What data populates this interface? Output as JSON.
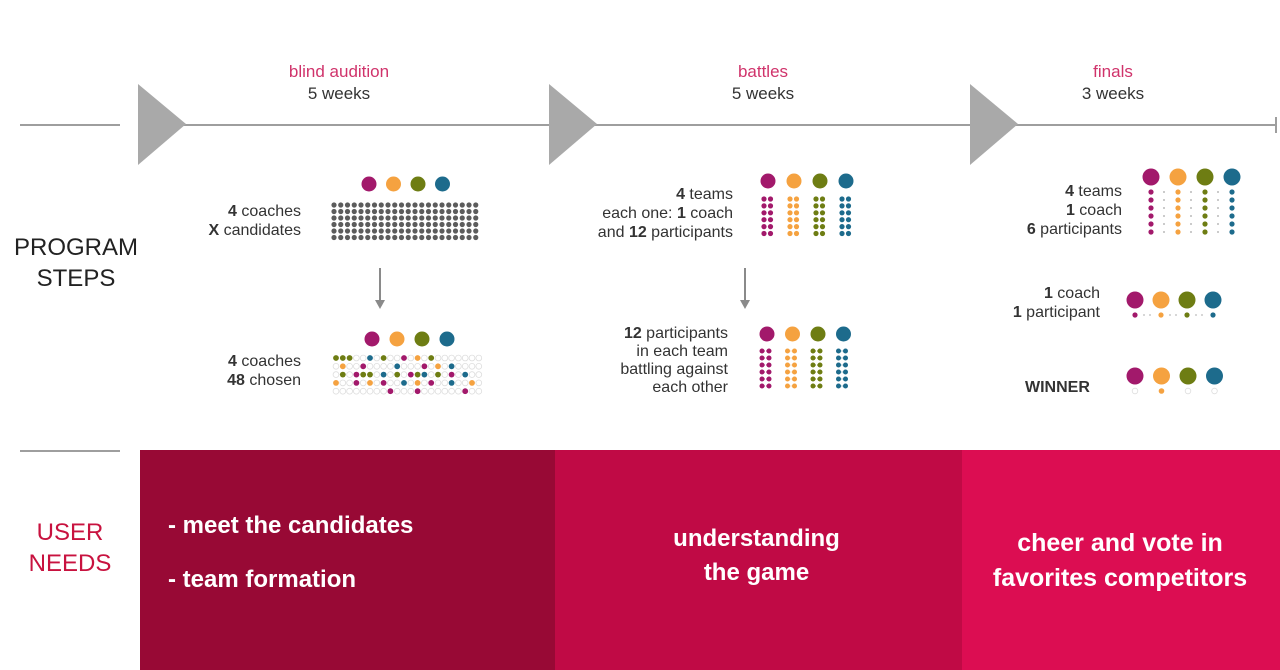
{
  "colors": {
    "coach1": "#a2196b",
    "coach2": "#f5a240",
    "coach3": "#6e7d13",
    "coach4": "#1d6b8c",
    "accent": "#d0336b",
    "band1": "#980935",
    "band2": "#c00a45",
    "band3": "#dc0d52",
    "timeline": "#9e9e9e",
    "candidate": "#5c5c5c"
  },
  "side_labels": {
    "program": [
      "PROGRAM",
      "STEPS"
    ],
    "user": [
      "USER",
      "NEEDS"
    ]
  },
  "stages": [
    {
      "name": "blind audition",
      "duration": "5 weeks",
      "top": {
        "b1": "4",
        "t1": " coaches",
        "b2": "X",
        "t2": " candidates"
      },
      "bottom": {
        "b1": "4",
        "t1": " coaches",
        "b2": "48",
        "t2": " chosen"
      }
    },
    {
      "name": "battles",
      "duration": "5 weeks",
      "top": {
        "b1": "4",
        "t1": " teams",
        "l2a": "each one: ",
        "b2": "1",
        "l2b": " coach",
        "l3a": "and ",
        "b3": "12",
        "l3b": " participants"
      },
      "bottom": {
        "b1": "12",
        "t1": " participants",
        "l2": "in each team",
        "l3": "battling against",
        "l4": "each other"
      }
    },
    {
      "name": "finals",
      "duration": "3 weeks",
      "top": {
        "b1": "4",
        "t1": " teams",
        "b2": "1",
        "t2": " coach",
        "b3": "6",
        "t3": " participants"
      },
      "middle": {
        "b1": "1",
        "t1": " coach",
        "b2": "1",
        "t2": " participant"
      },
      "winner": "WINNER"
    }
  ],
  "user_needs": {
    "band1": [
      "- meet the candidates",
      "- team formation"
    ],
    "band2": [
      "understanding",
      "the game"
    ],
    "band3": [
      "cheer and vote in",
      "favorites competitors"
    ]
  }
}
